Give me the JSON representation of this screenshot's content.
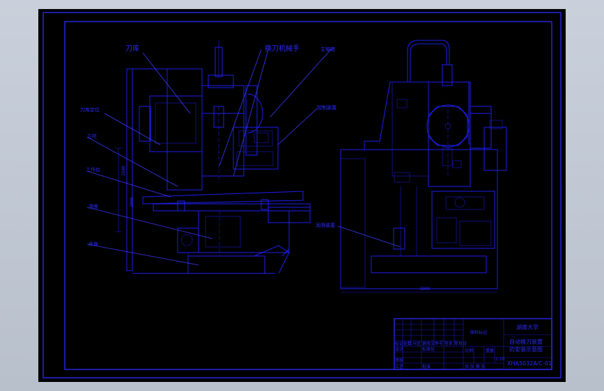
{
  "drawing": {
    "colors": {
      "background": "#000000",
      "lines": "#1e1ef0",
      "frame": "#2b2bff",
      "window_bg": "#c2c9d4"
    },
    "side_view_labels": {
      "tool_magazine": "刀库",
      "tool_change_arm": "换刀机械手",
      "spindle_box": "主轴箱",
      "tool_positioning": "刀库定位",
      "control_box": "控制装置",
      "column": "立柱",
      "worktable": "工作台",
      "saddle": "滑座",
      "bed": "床身"
    },
    "front_view_labels": {
      "coolant_device": "润滑装置"
    },
    "dimensions": {
      "front_width": "2000",
      "side_height_1": "2500",
      "side_height_2": "2000"
    },
    "title_block": {
      "school": "湖南大学",
      "title_line1": "自动换刀装置",
      "title_line2": "的安装示意图",
      "drawing_number": "XHA5032A/C-01",
      "project_label": "图样标记",
      "row_labels": [
        "标记",
        "处数",
        "分区",
        "更改文件号",
        "签名",
        "年月日"
      ],
      "role_labels": [
        "设计",
        "审核",
        "工艺",
        "标准化",
        "批准"
      ],
      "scale_label": "比例",
      "weight_label": "重量",
      "sheet_label": "共 张 第 张",
      "scale_value": "1:10"
    }
  }
}
